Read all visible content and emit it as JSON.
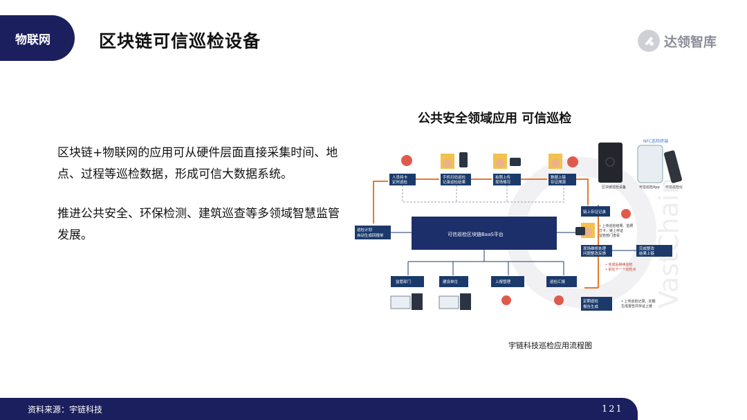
{
  "header": {
    "tag": "物联网",
    "title": "区块链可信巡检设备",
    "logo_text": "达领智库"
  },
  "content": {
    "paragraph1": "区块链+物联网的应用可从硬件层面直接采集时间、地点、过程等巡检数据，形成可信大数据系统。",
    "paragraph2": "推进公共安全、环保检测、建筑巡查等多领域智慧监管发展。"
  },
  "diagram": {
    "title": "公共安全领域应用 可信巡检",
    "caption": "宇链科技巡检应用流程图",
    "center_label": "可信巡检区块链BaaS平台",
    "device_label": "NFC巡检终端",
    "colors": {
      "box": "#1b3a6b",
      "arrow": "#e8772e"
    }
  },
  "footer": {
    "source": "资料来源：宇链科技",
    "page": "121"
  }
}
